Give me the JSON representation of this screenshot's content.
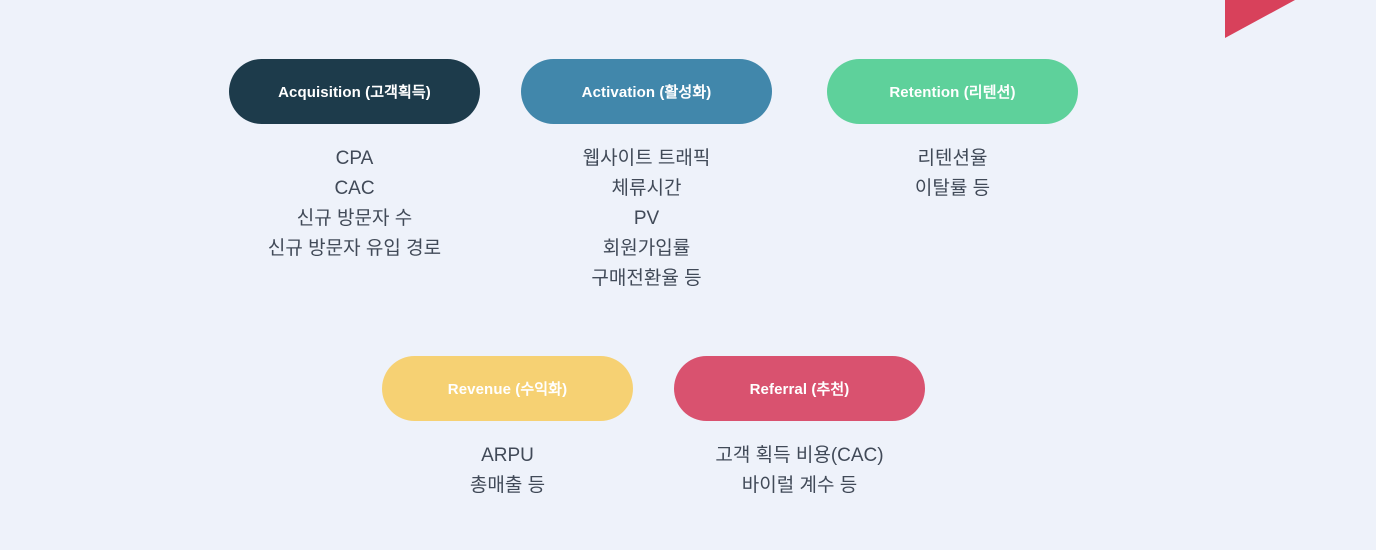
{
  "canvas": {
    "background_color": "#eef2fa",
    "text_color": "#414a58"
  },
  "decoration": {
    "corner_triangle_color": "#d8415b"
  },
  "stages": [
    {
      "id": "acquisition",
      "label": "Acquisition (고객획득)",
      "color": "#1d3b4b",
      "metrics": [
        "CPA",
        "CAC",
        "신규 방문자 수",
        "신규 방문자 유입 경로"
      ]
    },
    {
      "id": "activation",
      "label": "Activation (활성화)",
      "color": "#4187ab",
      "metrics": [
        "웹사이트 트래픽",
        "체류시간",
        "PV",
        "회원가입률",
        "구매전환율 등"
      ]
    },
    {
      "id": "retention",
      "label": "Retention (리텐션)",
      "color": "#5ed19b",
      "metrics": [
        "리텐션율",
        "이탈률 등"
      ]
    },
    {
      "id": "revenue",
      "label": "Revenue (수익화)",
      "color": "#f6d173",
      "metrics": [
        "ARPU",
        "총매출 등"
      ]
    },
    {
      "id": "referral",
      "label": "Referral (추천)",
      "color": "#d9526f",
      "metrics": [
        "고객 획득 비용(CAC)",
        "바이럴 계수 등"
      ]
    }
  ]
}
